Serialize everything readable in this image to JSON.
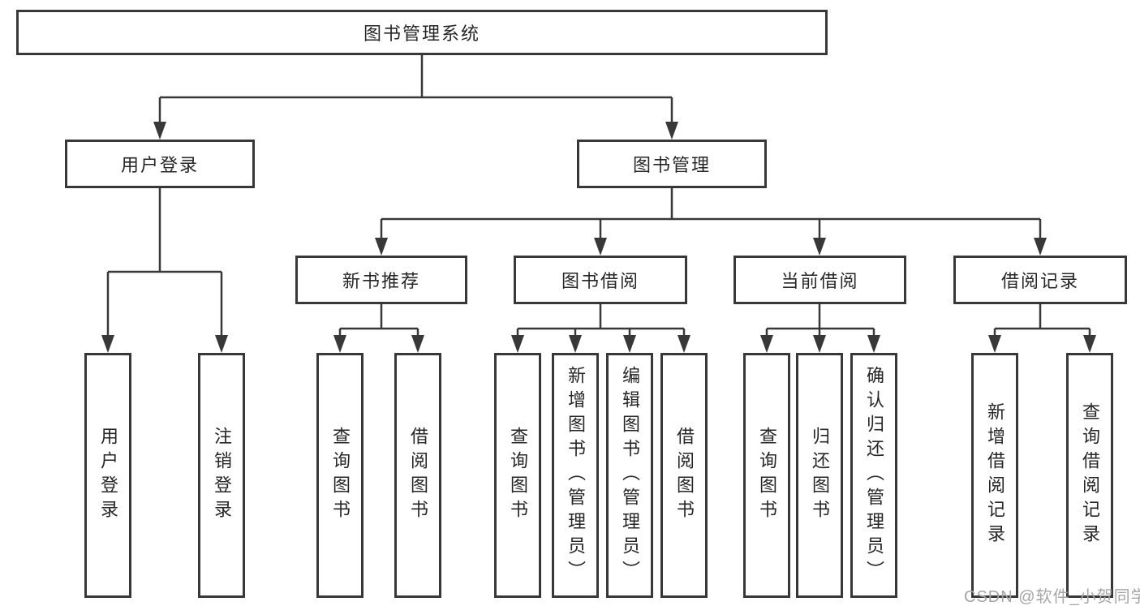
{
  "diagram": {
    "root": {
      "label": "图书管理系统"
    },
    "branches": [
      {
        "label": "用户登录",
        "children": [
          {
            "label": "用户登录"
          },
          {
            "label": "注销登录"
          }
        ]
      },
      {
        "label": "图书管理",
        "groups": [
          {
            "label": "新书推荐",
            "children": [
              {
                "label": "查询图书"
              },
              {
                "label": "借阅图书"
              }
            ]
          },
          {
            "label": "图书借阅",
            "children": [
              {
                "label": "查询图书"
              },
              {
                "label": "新增图书（管理员）"
              },
              {
                "label": "编辑图书（管理员）"
              },
              {
                "label": "借阅图书"
              }
            ]
          },
          {
            "label": "当前借阅",
            "children": [
              {
                "label": "查询图书"
              },
              {
                "label": "归还图书"
              },
              {
                "label": "确认归还（管理员）"
              }
            ]
          },
          {
            "label": "借阅记录",
            "children": [
              {
                "label": "新增借阅记录"
              },
              {
                "label": "查询借阅记录"
              }
            ]
          }
        ]
      }
    ],
    "watermark": "CSDN @软件_小贺同学",
    "colors": {
      "line": "#383838",
      "box_border": "#383838",
      "text": "#262626",
      "watermark": "#a6a6a6",
      "background": "#ffffff"
    }
  }
}
